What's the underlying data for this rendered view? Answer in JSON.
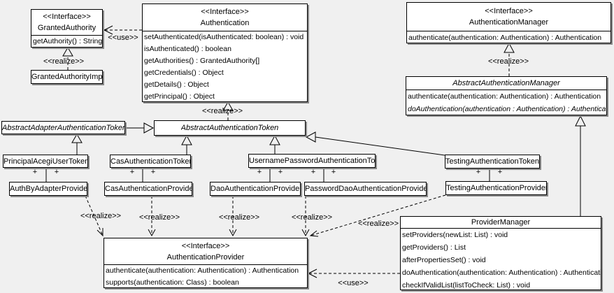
{
  "diagram_type": "uml-class-diagram",
  "background": "#f0f0f0",
  "classes": {
    "granted_authority": {
      "stereotype": "<<Interface>>",
      "name": "GrantedAuthority",
      "methods": [
        "getAuthority() : String"
      ]
    },
    "granted_authority_impl": {
      "name": "GrantedAuthorityImpl"
    },
    "authentication": {
      "stereotype": "<<Interface>>",
      "name": "Authentication",
      "methods": [
        "setAuthenticated(isAuthenticated: boolean) : void",
        "isAuthenticated() : boolean",
        "getAuthorities() : GrantedAuthority[]",
        "getCredentials() : Object",
        "getDetails() : Object",
        "getPrincipal() : Object"
      ]
    },
    "authentication_manager": {
      "stereotype": "<<Interface>>",
      "name": "AuthenticationManager",
      "methods": [
        "authenticate(authentication: Authentication) : Authentication"
      ]
    },
    "abstract_authentication_manager": {
      "name": "AbstractAuthenticationManager",
      "abstract": true,
      "methods": [
        "authenticate(authentication: Authentication) : Authentication",
        "doAuthentication(authentication : Authentication) : Authentication"
      ]
    },
    "abstract_adapter_authentication_token": {
      "name": "AbstractAdapterAuthenticationToken",
      "abstract": true
    },
    "abstract_authentication_token": {
      "name": "AbstractAuthenticationToken",
      "abstract": true
    },
    "principal_acegi_user_token": {
      "name": "PrincipalAcegiUserToken"
    },
    "cas_authentication_token": {
      "name": "CasAuthenticationToken"
    },
    "username_password_authentication_token": {
      "name": "UsernamePasswordAuthenticationToken"
    },
    "testing_authentication_token": {
      "name": "TestingAuthenticationToken"
    },
    "auth_by_adapter_provider": {
      "name": "AuthByAdapterProvider"
    },
    "cas_authentication_provider": {
      "name": "CasAuthenticationProvider"
    },
    "dao_authentication_provider": {
      "name": "DaoAuthenticationProvider"
    },
    "password_dao_authentication_provider": {
      "name": "PasswordDaoAuthenticationProvider"
    },
    "testing_authentication_provider": {
      "name": "TestingAuthenticationProvider"
    },
    "authentication_provider": {
      "stereotype": "<<Interface>>",
      "name": "AuthenticationProvider",
      "methods": [
        "authenticate(authentication: Authentication) : Authentication",
        "supports(authentication: Class) : boolean"
      ]
    },
    "provider_manager": {
      "name": "ProviderManager",
      "methods": [
        "setProviders(newList: List) : void",
        "getProviders() : List",
        "afterPropertiesSet() : void",
        "doAuthentication(authentication: Authentication) : Authentication",
        "checkIfValidList(listToCheck: List) : void"
      ]
    }
  },
  "edges": {
    "realize_granted_authority_impl": {
      "from": "GrantedAuthorityImpl",
      "to": "GrantedAuthority",
      "type": "realize",
      "label": "<<realize>>"
    },
    "use_authentication_granted_authority": {
      "from": "Authentication",
      "to": "GrantedAuthority",
      "type": "use",
      "label": "<<use>>"
    },
    "realize_abstract_authentication_token": {
      "from": "AbstractAuthenticationToken",
      "to": "Authentication",
      "type": "realize",
      "label": "<<realize>>"
    },
    "realize_abstract_authentication_manager": {
      "from": "AbstractAuthenticationManager",
      "to": "AuthenticationManager",
      "type": "realize",
      "label": "<<realize>>"
    },
    "realize_auth_by_adapter_provider": {
      "from": "AuthByAdapterProvider",
      "to": "AuthenticationProvider",
      "type": "realize",
      "label": "<<realize>>"
    },
    "realize_cas_authentication_provider": {
      "from": "CasAuthenticationProvider",
      "to": "AuthenticationProvider",
      "type": "realize",
      "label": "<<realize>>"
    },
    "realize_dao_authentication_provider": {
      "from": "DaoAuthenticationProvider",
      "to": "AuthenticationProvider",
      "type": "realize",
      "label": "<<realize>>"
    },
    "realize_password_dao_authentication_provider": {
      "from": "PasswordDaoAuthenticationProvider",
      "to": "AuthenticationProvider",
      "type": "realize",
      "label": "<<realize>>"
    },
    "realize_testing_authentication_provider": {
      "from": "TestingAuthenticationProvider",
      "to": "AuthenticationProvider",
      "type": "realize",
      "label": "<<realize>>"
    },
    "use_provider_manager": {
      "from": "ProviderManager",
      "to": "AuthenticationProvider",
      "type": "use",
      "label": "<<use>>"
    },
    "assoc_plus": "+"
  }
}
